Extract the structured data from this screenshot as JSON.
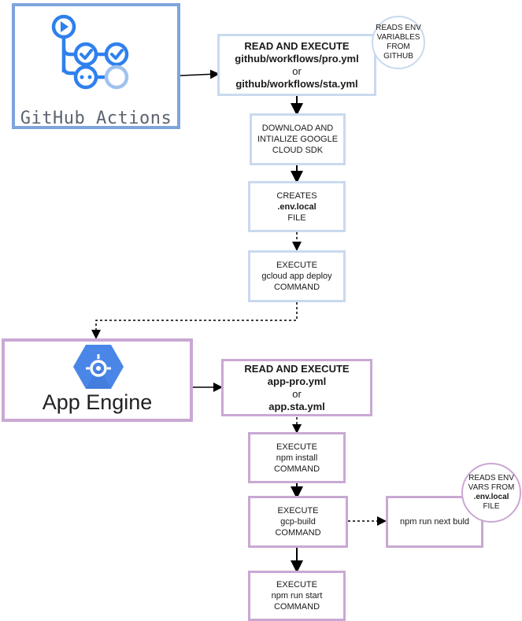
{
  "github_actions": {
    "label": "GitHub Actions"
  },
  "app_engine": {
    "label": "App Engine"
  },
  "steps": {
    "read_execute_gh": {
      "line1": "READ AND EXECUTE",
      "line2": "github/workflows/pro.yml",
      "line3": "or",
      "line4": "github/workflows/sta.yml"
    },
    "reads_env_github": {
      "line1": "READS ENV",
      "line2": "VARIABLES",
      "line3": "FROM GITHUB"
    },
    "download_sdk": {
      "line1": "DOWNLOAD AND",
      "line2": "INTIALIZE GOOGLE",
      "line3": "CLOUD SDK"
    },
    "creates_env": {
      "line1": "CREATES",
      "line2": ".env.local",
      "line3": "FILE"
    },
    "gcloud_deploy": {
      "line1": "EXECUTE",
      "line2": "gcloud app deploy",
      "line3": "COMMAND"
    },
    "read_execute_app": {
      "line1": "READ AND EXECUTE",
      "line2": "app-pro.yml",
      "line3": "or",
      "line4": "app.sta.yml"
    },
    "npm_install": {
      "line1": "EXECUTE",
      "line2": "npm install",
      "line3": "COMMAND"
    },
    "gcp_build": {
      "line1": "EXECUTE",
      "line2": "gcp-build",
      "line3": "COMMAND"
    },
    "npm_start": {
      "line1": "EXECUTE",
      "line2": "npm run start",
      "line3": "COMMAND"
    },
    "next_build": {
      "line1": "npm run next buld"
    },
    "reads_env_local": {
      "line1": "READS ENV",
      "line2": "VARS FROM",
      "line3": ".env.local",
      "line4": "FILE"
    }
  },
  "colors": {
    "github_border": "#7ea4dc",
    "step_blue": "#c9d9ef",
    "step_purple": "#c9a8d3",
    "app_engine_blue": "#4a86e8"
  },
  "icons": {
    "github_actions": "github-actions-logo",
    "app_engine": "app-engine-hexagon-icon"
  }
}
